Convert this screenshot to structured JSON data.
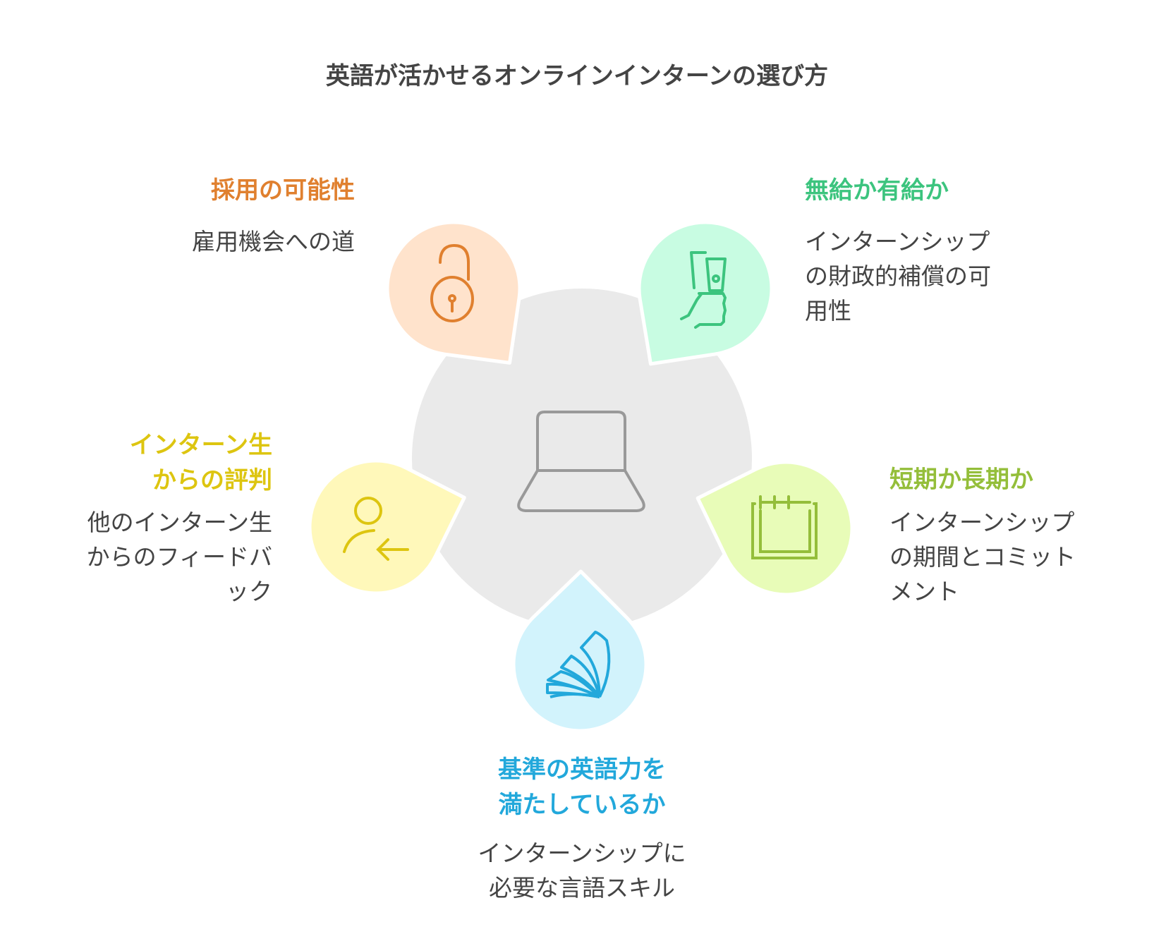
{
  "title": "英語が活かせるオンラインインターンの選び方",
  "center": {
    "icon": "laptop-icon",
    "color": "#EAEAEA",
    "stroke": "#999999"
  },
  "items": [
    {
      "key": "hiring",
      "heading": [
        "採用の可能性"
      ],
      "description": [
        "雇用機会への道"
      ],
      "icon": "unlocked-padlock-icon",
      "fill": "#FFE3CC",
      "color": "#E0802F"
    },
    {
      "key": "pay",
      "heading": [
        "無給か有給か"
      ],
      "description": [
        "インターンシップ",
        "の財政的補償の可",
        "用性"
      ],
      "icon": "hand-holding-money-icon",
      "fill": "#C8FCE2",
      "color": "#3CC47E"
    },
    {
      "key": "duration",
      "heading": [
        "短期か長期か"
      ],
      "description": [
        "インターンシップ",
        "の期間とコミット",
        "メント"
      ],
      "icon": "calendar-icon",
      "fill": "#E8FCB8",
      "color": "#94BE3A"
    },
    {
      "key": "english",
      "heading": [
        "基準の英語力を",
        "満たしているか"
      ],
      "description": [
        "インターンシップに",
        "必要な言語スキル"
      ],
      "icon": "book-pages-icon",
      "fill": "#D2F3FC",
      "color": "#22A8DB"
    },
    {
      "key": "reviews",
      "heading": [
        "インターン生",
        "からの評判"
      ],
      "description": [
        "他のインターン生",
        "からのフィードバ",
        "ック"
      ],
      "icon": "user-arrow-icon",
      "fill": "#FFF8BA",
      "color": "#DDC510"
    }
  ]
}
